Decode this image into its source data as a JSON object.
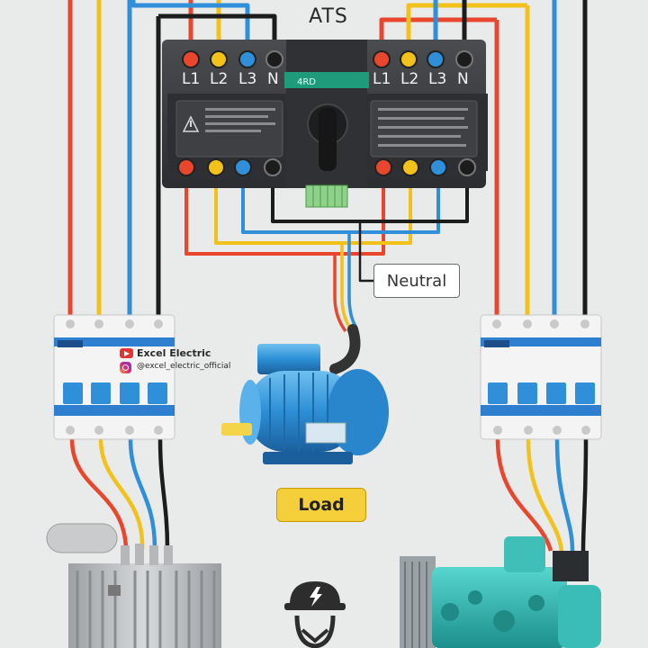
{
  "title": "ATS",
  "ats_module_label": "4RD",
  "terminals_left": [
    "L1",
    "L2",
    "L3",
    "N"
  ],
  "terminals_right": [
    "L1",
    "L2",
    "L3",
    "N"
  ],
  "neutral_label": "Neutral",
  "load_label": "Load",
  "branding": {
    "name": "Excel Electric",
    "handle": "@excel_electric_official"
  },
  "wire_colors": {
    "L1": "#e8472d",
    "L2": "#f2c21a",
    "L3": "#2f8fd8",
    "N": "#1c1c1c"
  },
  "icons": [
    "youtube-icon",
    "instagram-icon",
    "warning-icon",
    "electrician-helmet-icon"
  ]
}
